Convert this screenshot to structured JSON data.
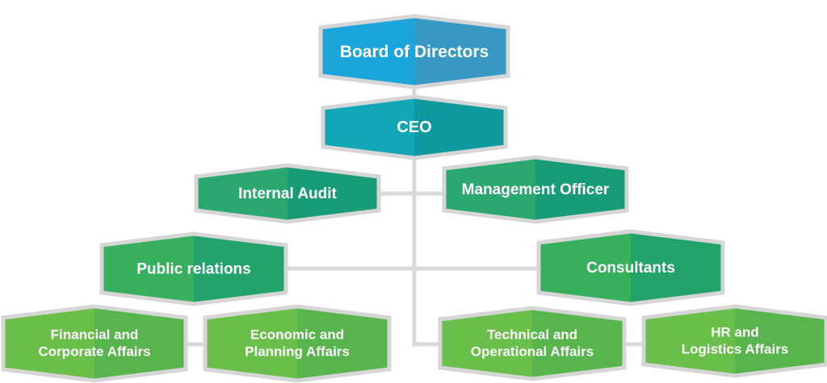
{
  "diagram": {
    "type": "org-chart",
    "colors": {
      "connector": "#d9d9d9",
      "border": "#d6d6d6",
      "level_1": [
        "#1aa6db",
        "#3798c4"
      ],
      "level_2": [
        "#12a7b6",
        "#0f9a9f"
      ],
      "level_3": [
        "#2aa86f",
        "#189c77"
      ],
      "level_4": [
        "#36b05c",
        "#22a36a"
      ],
      "level_5": [
        "#6abf4b",
        "#58b44c"
      ]
    },
    "nodes": [
      {
        "id": "board",
        "lines": [
          "Board of Directors"
        ],
        "level": 1
      },
      {
        "id": "ceo",
        "lines": [
          "CEO"
        ],
        "level": 2
      },
      {
        "id": "internal-audit",
        "lines": [
          "Internal Audit"
        ],
        "level": 3
      },
      {
        "id": "management-officer",
        "lines": [
          "Management Officer"
        ],
        "level": 3
      },
      {
        "id": "public-relations",
        "lines": [
          "Public relations"
        ],
        "level": 4
      },
      {
        "id": "consultants",
        "lines": [
          "Consultants"
        ],
        "level": 4
      },
      {
        "id": "financial-corporate",
        "lines": [
          "Financial and",
          "Corporate Affairs"
        ],
        "level": 5
      },
      {
        "id": "economic-planning",
        "lines": [
          "Economic and",
          "Planning Affairs"
        ],
        "level": 5
      },
      {
        "id": "technical-operational",
        "lines": [
          "Technical and",
          "Operational Affairs"
        ],
        "level": 5
      },
      {
        "id": "hr-logistics",
        "lines": [
          "HR and",
          "Logistics Affairs"
        ],
        "level": 5
      }
    ]
  }
}
